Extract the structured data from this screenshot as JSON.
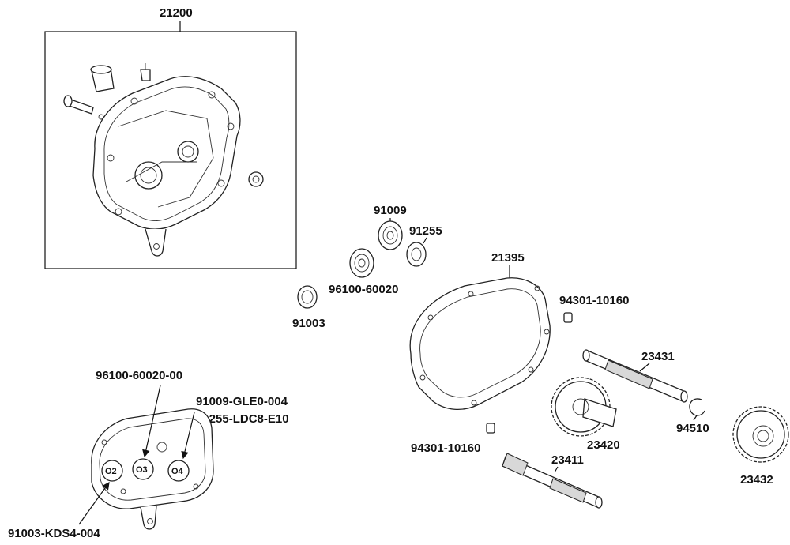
{
  "parts": {
    "p21200": "21200",
    "p91009": "91009",
    "p91255": "91255",
    "p21395": "21395",
    "p96100_60020": "96100-60020",
    "p91003": "91003",
    "p94301_top": "94301-10160",
    "p23431": "23431",
    "p96100_60020_00": "96100-60020-00",
    "p91009_gle": "91009-GLE0-004",
    "p91255_ldc": "91255-LDC8-E10",
    "p23420": "23420",
    "p94510": "94510",
    "p94301_bottom": "94301-10160",
    "p23411": "23411",
    "p23432": "23432",
    "p91003_kds": "91003-KDS4-004"
  },
  "case_markers": {
    "m02": "O2",
    "m03": "O3",
    "m04": "O4"
  }
}
